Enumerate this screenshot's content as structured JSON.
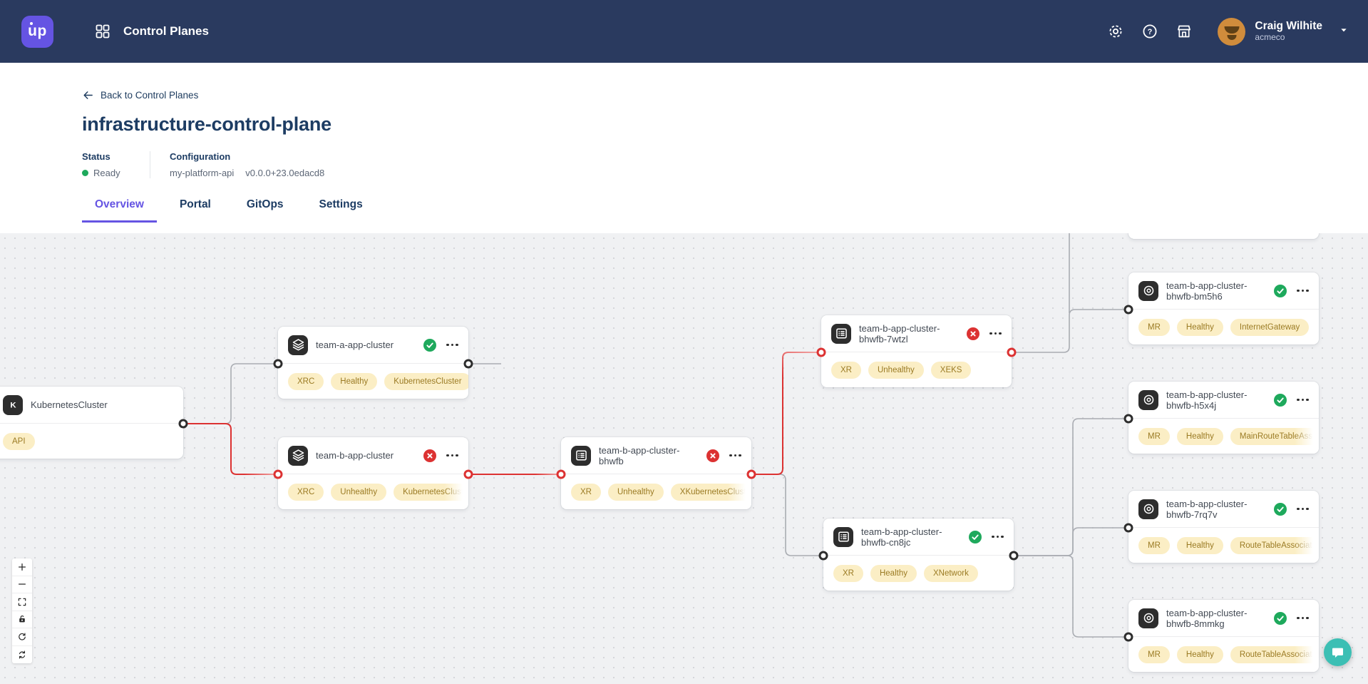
{
  "colors": {
    "accent": "#6554e3",
    "navbar_bg": "#2a3a5f",
    "success": "#1ea95c",
    "error": "#dc3232",
    "badge_bg": "#fbeec5",
    "badge_text": "#9b7b24",
    "edge_default": "#a9acb2",
    "canvas_bg": "#f0f1f3",
    "chat": "#3cbfb4"
  },
  "navbar": {
    "logo_text": "up",
    "app_title": "Control Planes",
    "icons": [
      "grid-icon",
      "gear-icon",
      "help-icon",
      "marketplace-icon"
    ],
    "user": {
      "name": "Craig Wilhite",
      "org": "acmeco"
    }
  },
  "header": {
    "back_label": "Back to Control Planes",
    "title": "infrastructure-control-plane",
    "status_label": "Status",
    "status_value": "Ready",
    "config_label": "Configuration",
    "config_name": "my-platform-api",
    "config_version": "v0.0.0+23.0edacd8"
  },
  "tabs": [
    {
      "label": "Overview",
      "active": true
    },
    {
      "label": "Portal",
      "active": false
    },
    {
      "label": "GitOps",
      "active": false
    },
    {
      "label": "Settings",
      "active": false
    }
  ],
  "graph": {
    "nodes": [
      {
        "id": "kubernetes-cluster",
        "title": "KubernetesCluster",
        "icon": "k-icon",
        "status": null,
        "badges": [
          "API"
        ],
        "truncated": false
      },
      {
        "id": "team-a-app-cluster",
        "title": "team-a-app-cluster",
        "icon": "layers-icon",
        "status": "healthy",
        "badges": [
          "XRC",
          "Healthy",
          "KubernetesCluster"
        ],
        "truncated": false
      },
      {
        "id": "team-b-app-cluster",
        "title": "team-b-app-cluster",
        "icon": "layers-icon",
        "status": "unhealthy",
        "badges": [
          "XRC",
          "Unhealthy",
          "KubernetesCluster"
        ],
        "truncated": true
      },
      {
        "id": "team-b-app-cluster-bhwfb",
        "title": "team-b-app-cluster-bhwfb",
        "icon": "composite-icon",
        "status": "unhealthy",
        "badges": [
          "XR",
          "Unhealthy",
          "XKubernetesCluster"
        ],
        "truncated": true
      },
      {
        "id": "team-b-app-cluster-bhwfb-7wtzl",
        "title": "team-b-app-cluster-bhwfb-7wtzl",
        "icon": "composite-icon",
        "status": "unhealthy",
        "badges": [
          "XR",
          "Unhealthy",
          "XEKS"
        ],
        "truncated": false
      },
      {
        "id": "team-b-app-cluster-bhwfb-cn8jc",
        "title": "team-b-app-cluster-bhwfb-cn8jc",
        "icon": "composite-icon",
        "status": "healthy",
        "badges": [
          "XR",
          "Healthy",
          "XNetwork"
        ],
        "truncated": false
      },
      {
        "id": "team-b-app-cluster-bhwfb-bm5h6",
        "title": "team-b-app-cluster-bhwfb-bm5h6",
        "icon": "managed-icon",
        "status": "healthy",
        "badges": [
          "MR",
          "Healthy",
          "InternetGateway"
        ],
        "truncated": false
      },
      {
        "id": "team-b-app-cluster-bhwfb-h5x4j",
        "title": "team-b-app-cluster-bhwfb-h5x4j",
        "icon": "managed-icon",
        "status": "healthy",
        "badges": [
          "MR",
          "Healthy",
          "MainRouteTableAssociation"
        ],
        "truncated": true
      },
      {
        "id": "team-b-app-cluster-bhwfb-7rq7v",
        "title": "team-b-app-cluster-bhwfb-7rq7v",
        "icon": "managed-icon",
        "status": "healthy",
        "badges": [
          "MR",
          "Healthy",
          "RouteTableAssociation"
        ],
        "truncated": true
      },
      {
        "id": "team-b-app-cluster-bhwfb-8mmkg",
        "title": "team-b-app-cluster-bhwfb-8mmkg",
        "icon": "managed-icon",
        "status": "healthy",
        "badges": [
          "MR",
          "Healthy",
          "RouteTableAssociation"
        ],
        "truncated": true
      }
    ],
    "edges": [
      {
        "source": "kubernetes-cluster",
        "target": "team-a-app-cluster",
        "tone": "default"
      },
      {
        "source": "kubernetes-cluster",
        "target": "team-b-app-cluster",
        "tone": "error"
      },
      {
        "source": "team-a-app-cluster",
        "target": "off-canvas-right",
        "tone": "default"
      },
      {
        "source": "team-b-app-cluster",
        "target": "team-b-app-cluster-bhwfb",
        "tone": "error"
      },
      {
        "source": "team-b-app-cluster-bhwfb",
        "target": "team-b-app-cluster-bhwfb-7wtzl",
        "tone": "error"
      },
      {
        "source": "team-b-app-cluster-bhwfb",
        "target": "team-b-app-cluster-bhwfb-cn8jc",
        "tone": "default"
      },
      {
        "source": "team-b-app-cluster-bhwfb-7wtzl",
        "target": "team-b-app-cluster-bhwfb-bm5h6",
        "tone": "default"
      },
      {
        "source": "team-b-app-cluster-bhwfb-7wtzl",
        "target": "off-canvas-top",
        "tone": "default"
      },
      {
        "source": "team-b-app-cluster-bhwfb-cn8jc",
        "target": "team-b-app-cluster-bhwfb-h5x4j",
        "tone": "default"
      },
      {
        "source": "team-b-app-cluster-bhwfb-cn8jc",
        "target": "team-b-app-cluster-bhwfb-7rq7v",
        "tone": "default"
      },
      {
        "source": "team-b-app-cluster-bhwfb-cn8jc",
        "target": "team-b-app-cluster-bhwfb-8mmkg",
        "tone": "default"
      }
    ]
  },
  "controls": [
    "zoom-in",
    "zoom-out",
    "fit-view",
    "lock-interactivity",
    "rotate-layout",
    "refresh-layout"
  ]
}
